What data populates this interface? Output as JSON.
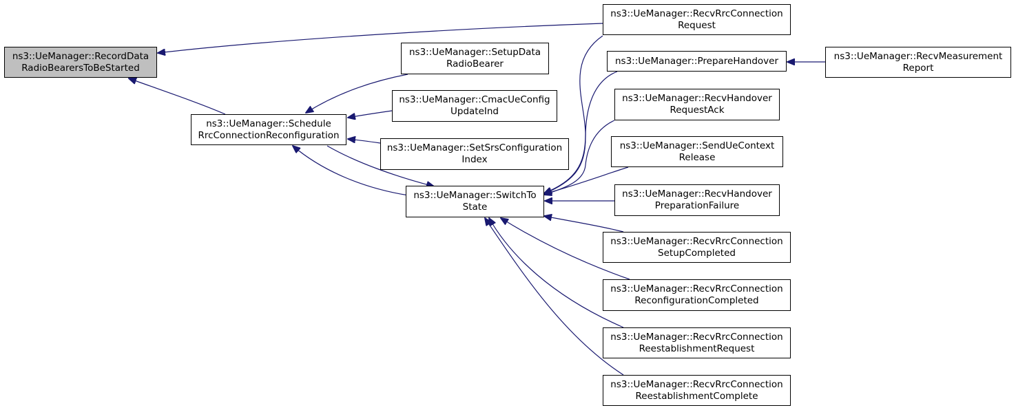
{
  "diagram": {
    "type": "caller-graph",
    "colors": {
      "edge": "#191970",
      "root_fill": "#bfbfbf",
      "node_fill": "#ffffff",
      "border": "#000000"
    },
    "nodes": {
      "root": {
        "line1": "ns3::UeManager::RecordData",
        "line2": "RadioBearersToBeStarted"
      },
      "schedule": {
        "line1": "ns3::UeManager::Schedule",
        "line2": "RrcConnectionReconfiguration"
      },
      "setupdata": {
        "line1": "ns3::UeManager::SetupData",
        "line2": "RadioBearer"
      },
      "cmac": {
        "line1": "ns3::UeManager::CmacUeConfig",
        "line2": "UpdateInd"
      },
      "setsrs": {
        "line1": "ns3::UeManager::SetSrsConfiguration",
        "line2": "Index"
      },
      "switchto": {
        "line1": "ns3::UeManager::SwitchTo",
        "line2": "State"
      },
      "recvrrcreq": {
        "line1": "ns3::UeManager::RecvRrcConnection",
        "line2": "Request"
      },
      "prephandover": {
        "line1": "ns3::UeManager::PrepareHandover",
        "line2": ""
      },
      "recvmeas": {
        "line1": "ns3::UeManager::RecvMeasurement",
        "line2": "Report"
      },
      "recvhoack": {
        "line1": "ns3::UeManager::RecvHandover",
        "line2": "RequestAck"
      },
      "sendctx": {
        "line1": "ns3::UeManager::SendUeContext",
        "line2": "Release"
      },
      "recvhoprepfail": {
        "line1": "ns3::UeManager::RecvHandover",
        "line2": "PreparationFailure"
      },
      "recvsetupcomp": {
        "line1": "ns3::UeManager::RecvRrcConnection",
        "line2": "SetupCompleted"
      },
      "recvreconfcomp": {
        "line1": "ns3::UeManager::RecvRrcConnection",
        "line2": "ReconfigurationCompleted"
      },
      "recvreestreq": {
        "line1": "ns3::UeManager::RecvRrcConnection",
        "line2": "ReestablishmentRequest"
      },
      "recvreestcomp": {
        "line1": "ns3::UeManager::RecvRrcConnection",
        "line2": "ReestablishmentComplete"
      }
    },
    "edges": [
      {
        "from": "recvrrcreq",
        "to": "root"
      },
      {
        "from": "schedule",
        "to": "root"
      },
      {
        "from": "setupdata",
        "to": "schedule"
      },
      {
        "from": "cmac",
        "to": "schedule"
      },
      {
        "from": "setsrs",
        "to": "schedule"
      },
      {
        "from": "switchto",
        "to": "schedule"
      },
      {
        "from": "schedule",
        "to": "switchto"
      },
      {
        "from": "recvmeas",
        "to": "prephandover"
      },
      {
        "from": "recvrrcreq",
        "to": "switchto"
      },
      {
        "from": "prephandover",
        "to": "switchto"
      },
      {
        "from": "recvhoack",
        "to": "switchto"
      },
      {
        "from": "sendctx",
        "to": "switchto"
      },
      {
        "from": "recvhoprepfail",
        "to": "switchto"
      },
      {
        "from": "recvsetupcomp",
        "to": "switchto"
      },
      {
        "from": "recvreconfcomp",
        "to": "switchto"
      },
      {
        "from": "recvreestreq",
        "to": "switchto"
      },
      {
        "from": "recvreestcomp",
        "to": "switchto"
      }
    ]
  }
}
